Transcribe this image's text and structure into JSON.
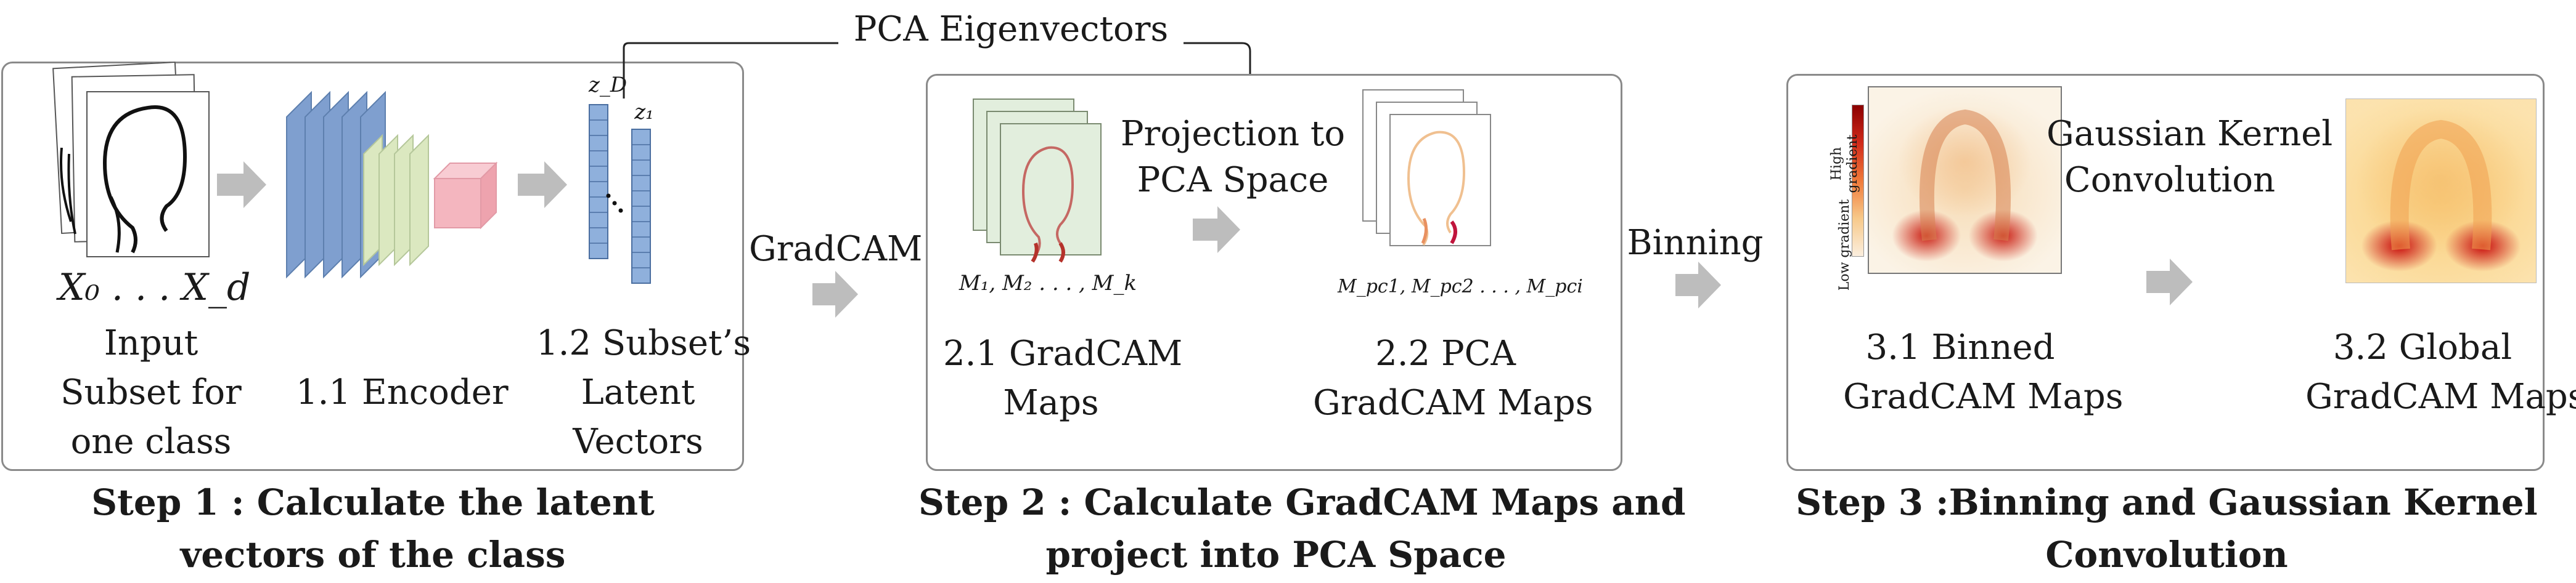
{
  "top_label": "PCA Eigenvectors",
  "step1": {
    "input_math": "X₀ . . . X_d",
    "input_label": [
      "Input",
      "Subset for",
      "one class"
    ],
    "encoder_label": "1.1 Encoder",
    "latent_label": [
      "1.2 Subset’s",
      "Latent",
      "Vectors"
    ],
    "z_d": "z_D",
    "z_1": "z₁",
    "caption": [
      "Step 1 : Calculate the latent",
      "vectors of  the class"
    ]
  },
  "transition1": "GradCAM",
  "step2": {
    "projection_label": [
      "Projection to",
      "PCA Space"
    ],
    "gradcam_math": "M₁, M₂ . . . , M_k",
    "gradcam_label": [
      "2.1 GradCAM",
      "Maps"
    ],
    "pca_math": "M_pc1, M_pc2 . . . , M_pci",
    "pca_label": [
      "2.2 PCA",
      "GradCAM Maps"
    ],
    "caption": [
      "Step 2 : Calculate GradCAM Maps and",
      "project  into PCA Space"
    ]
  },
  "transition2": "Binning",
  "step3": {
    "colorbar_high": "High gradient",
    "colorbar_low": "Low gradient",
    "kernel_label": [
      "Gaussian Kernel",
      "Convolution"
    ],
    "binned_label": [
      "3.1 Binned",
      "GradCAM Maps"
    ],
    "global_label": [
      "3.2 Global",
      "GradCAM Maps"
    ],
    "caption": [
      "Step 3 :Binning and Gaussian Kernel",
      "Convolution"
    ]
  },
  "colors": {
    "encoder_blue": "#7f9fcf",
    "encoder_green": "#dbe8c0",
    "encoder_pink": "#f4b6bf",
    "latent_blue": "#8fb0dc",
    "arrow_gray": "#bdbdbd",
    "panel_border": "#8a8a8a",
    "gradcam_sheet": "#e2eedd",
    "heat_red": "#c8140a"
  }
}
